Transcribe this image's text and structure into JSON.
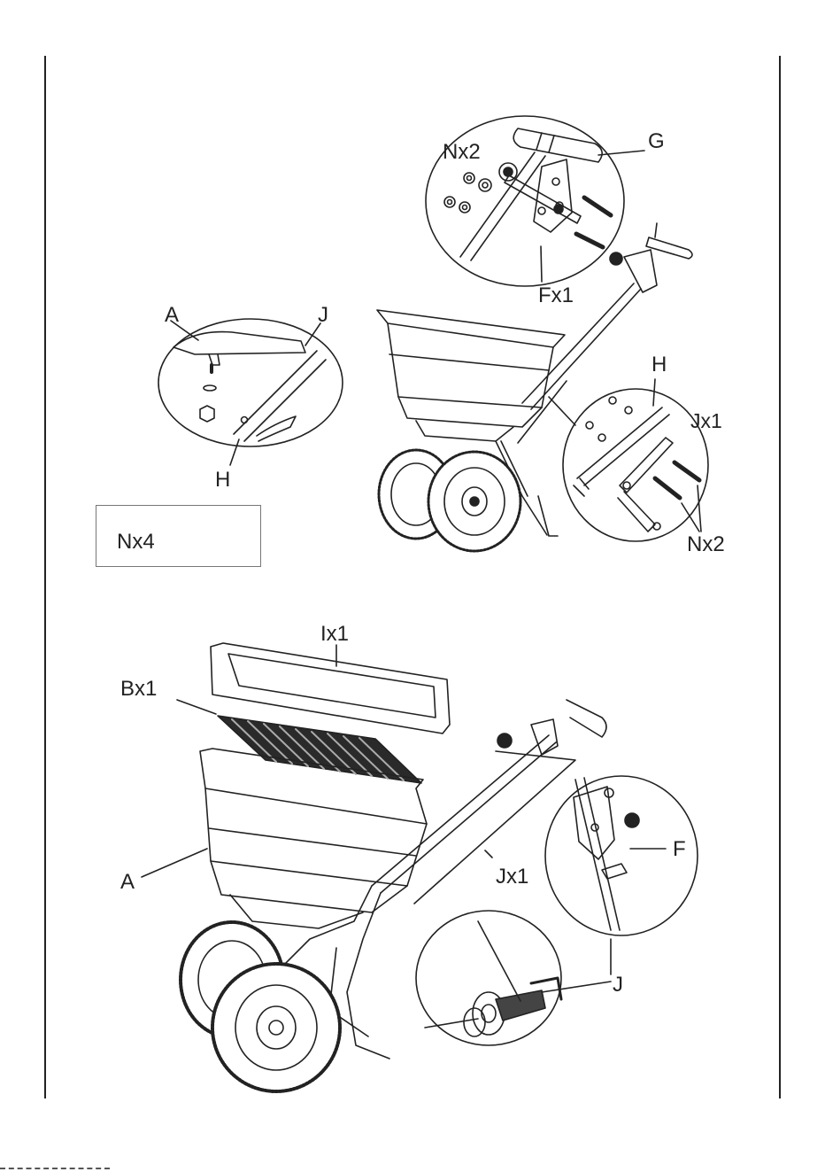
{
  "labels": {
    "nx2_top": "Nx2",
    "g_top": "G",
    "fx1": "Fx1",
    "a_top": "A",
    "j_top": "J",
    "h_left": "H",
    "h_right": "H",
    "jx1_right": "Jx1",
    "nx2_right": "Nx2",
    "nx4": "Nx4",
    "ix1": "Ix1",
    "bx1": "Bx1",
    "a_bottom": "A",
    "jx1_bottom": "Jx1",
    "f_bottom": "F",
    "j_bottom": "J"
  }
}
